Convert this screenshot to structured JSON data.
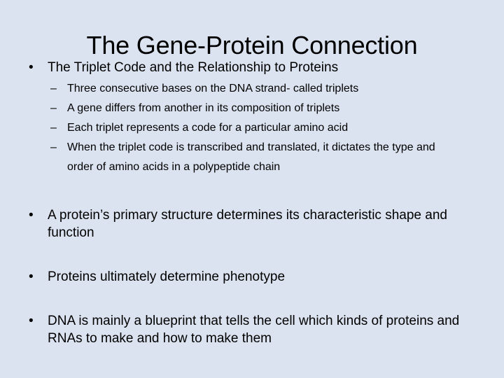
{
  "slide": {
    "title": "The Gene-Protein Connection",
    "background_color": "#dbe3f0",
    "text_color": "#000000",
    "bullet_marker": "•",
    "sub_bullet_marker": "–",
    "bullets": [
      {
        "text": "The Triplet Code and the Relationship to Proteins",
        "sub_bullets": [
          "Three consecutive bases on the DNA strand- called triplets",
          "A gene differs from another in its composition of triplets",
          "Each triplet represents a code for a particular amino acid",
          "When the triplet code is transcribed and translated, it dictates the type and order of amino acids in a polypeptide chain"
        ]
      },
      {
        "text": "A protein’s primary structure determines its characteristic shape and function",
        "sub_bullets": []
      },
      {
        "text": "Proteins ultimately determine phenotype",
        "sub_bullets": []
      },
      {
        "text": "DNA is mainly a blueprint that tells the cell which kinds of proteins and RNAs to make and how to make them",
        "sub_bullets": []
      }
    ]
  }
}
